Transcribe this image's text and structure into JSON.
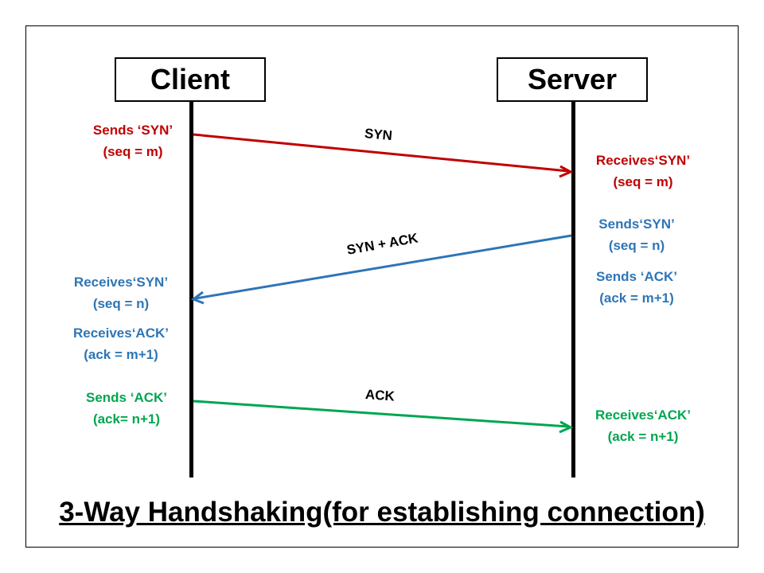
{
  "participants": {
    "client": "Client",
    "server": "Server"
  },
  "messages": [
    {
      "label": "SYN",
      "color": "#c00000"
    },
    {
      "label": "SYN + ACK",
      "color": "#2e75b6"
    },
    {
      "label": "ACK",
      "color": "#00a650"
    }
  ],
  "notes": {
    "client_sends_syn": [
      "Sends ‘SYN’",
      "(seq = m)"
    ],
    "server_receives_syn": [
      "Receives‘SYN’",
      "(seq = m)"
    ],
    "server_sends_syn": [
      "Sends‘SYN’",
      "(seq = n)"
    ],
    "server_sends_ack": [
      "Sends ‘ACK’",
      "(ack = m+1)"
    ],
    "client_receives_syn": [
      "Receives‘SYN’",
      "(seq = n)"
    ],
    "client_receives_ack": [
      "Receives‘ACK’",
      "(ack = m+1)"
    ],
    "client_sends_ack": [
      "Sends ‘ACK’",
      "(ack= n+1)"
    ],
    "server_receives_ack": [
      "Receives‘ACK’",
      "(ack = n+1)"
    ]
  },
  "caption": "3-Way Handshaking(for establishing connection)"
}
